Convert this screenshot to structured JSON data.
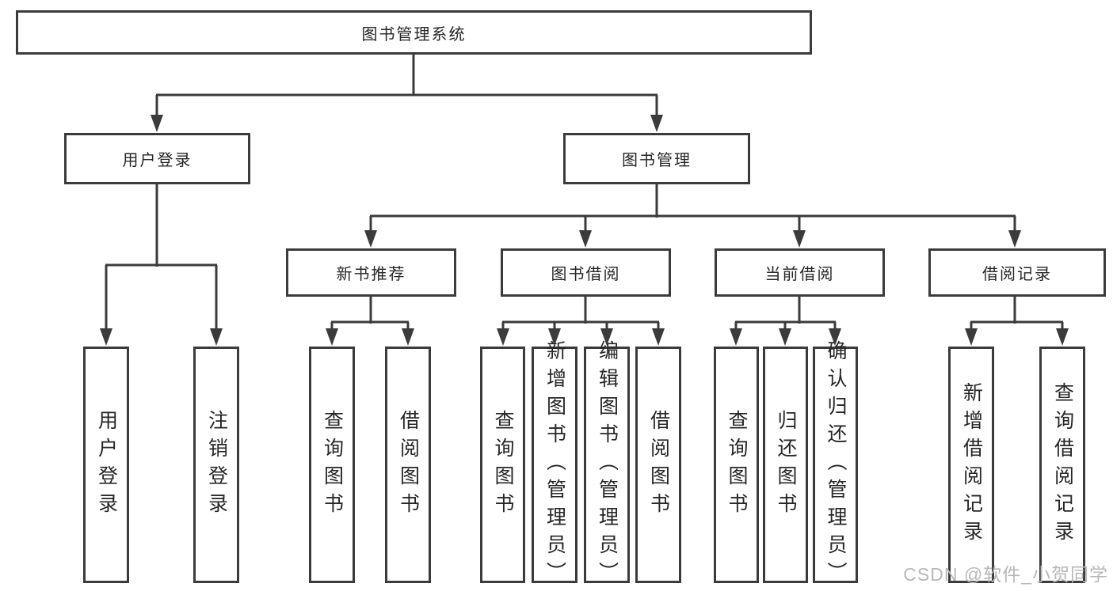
{
  "diagram": {
    "type": "hierarchy-tree",
    "colors": {
      "line": "#3b3b3b",
      "box_border": "#3b3b3b",
      "text": "#262626",
      "watermark": "#b8b8b8",
      "background": "#ffffff"
    },
    "nodes": {
      "root": "图书管理系统",
      "level2": {
        "user_login": "用户登录",
        "book_management": "图书管理"
      },
      "level3": {
        "new_book_recommend": "新书推荐",
        "book_borrowing": "图书借阅",
        "current_borrowing": "当前借阅",
        "borrowing_records": "借阅记录"
      },
      "level4": {
        "user_login": "用户登录",
        "logout_login": "注销登录",
        "query_book_recommend": "查询图书",
        "borrow_book_recommend": "借阅图书",
        "query_book_borrowing": "查询图书",
        "add_book_admin": "新增图书（管理员）",
        "edit_book_admin": "编辑图书（管理员）",
        "borrow_book_borrowing": "借阅图书",
        "query_book_current": "查询图书",
        "return_book": "归还图书",
        "confirm_return_admin": "确认归还（管理员）",
        "add_borrow_record": "新增借阅记录",
        "query_borrow_record": "查询借阅记录"
      }
    },
    "edges": [
      "图书管理系统 -> 用户登录",
      "图书管理系统 -> 图书管理",
      "用户登录 -> 用户登录",
      "用户登录 -> 注销登录",
      "图书管理 -> 新书推荐",
      "图书管理 -> 图书借阅",
      "图书管理 -> 当前借阅",
      "图书管理 -> 借阅记录",
      "新书推荐 -> 查询图书",
      "新书推荐 -> 借阅图书",
      "图书借阅 -> 查询图书",
      "图书借阅 -> 新增图书（管理员）",
      "图书借阅 -> 编辑图书（管理员）",
      "图书借阅 -> 借阅图书",
      "当前借阅 -> 查询图书",
      "当前借阅 -> 归还图书",
      "当前借阅 -> 确认归还（管理员）",
      "借阅记录 -> 新增借阅记录",
      "借阅记录 -> 查询借阅记录"
    ]
  },
  "watermark": "CSDN @软件_小贺同学"
}
